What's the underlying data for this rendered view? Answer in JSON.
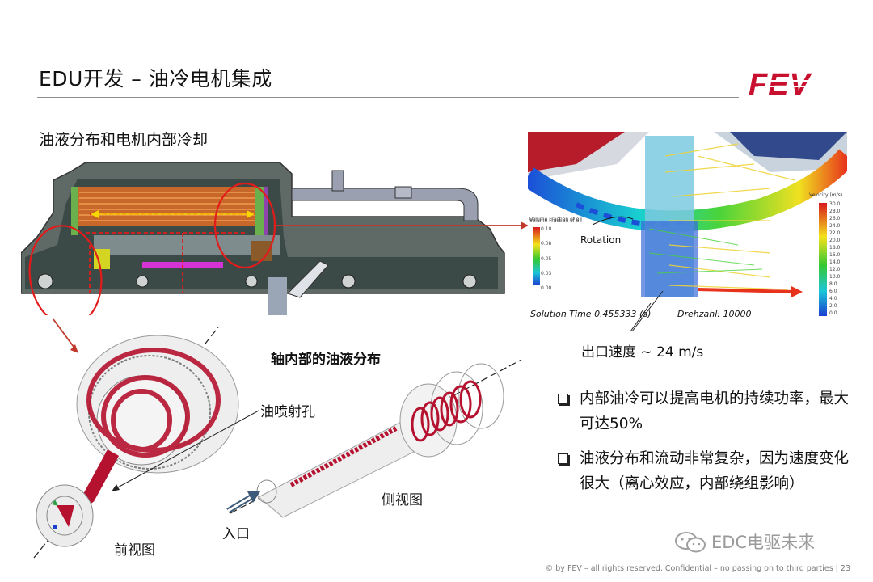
{
  "title": "EDU开发 – 油冷电机集成",
  "subtitle": "油液分布和电机内部冷却",
  "brand": {
    "logo_text": "FEV",
    "color": "#c8102e"
  },
  "cfd": {
    "rotation_label": "Rotation",
    "solution_time": "Solution Time 0.455333 (s)",
    "speed_label": "Drehzahl: 10000",
    "left_scale_title": "Volume Fraction of oil",
    "left_scale_ticks": [
      "0.10",
      "0.08",
      "0.05",
      "0.03",
      "0.00"
    ],
    "right_scale_title": "Velocity (m/s)",
    "right_scale_ticks": [
      "30.0",
      "28.0",
      "26.0",
      "24.0",
      "22.0",
      "20.0",
      "18.0",
      "16.0",
      "14.0",
      "12.0",
      "10.0",
      "8.0",
      "6.0",
      "4.0",
      "2.0",
      "0.0"
    ]
  },
  "labels": {
    "outlet_speed": "出口速度 ~ 24 m/s",
    "shaft_oil": "轴内部的油液分布",
    "oil_jet_hole": "油喷射孔",
    "side_view": "侧视图",
    "front_view": "前视图",
    "inlet": "入口"
  },
  "bullets": [
    "内部油冷可以提高电机的持续功率，最大可达50%",
    "油液分布和流动非常复杂，因为速度变化很大（离心效应，内部绕组影响）"
  ],
  "watermark": "EDC电驱未来",
  "footer": "© by FEV – all rights reserved. Confidential – no passing on to third parties | 23",
  "colors": {
    "accent_red": "#c8102e",
    "annotation_red": "#e31b1b",
    "oil_red": "#b5122f"
  }
}
